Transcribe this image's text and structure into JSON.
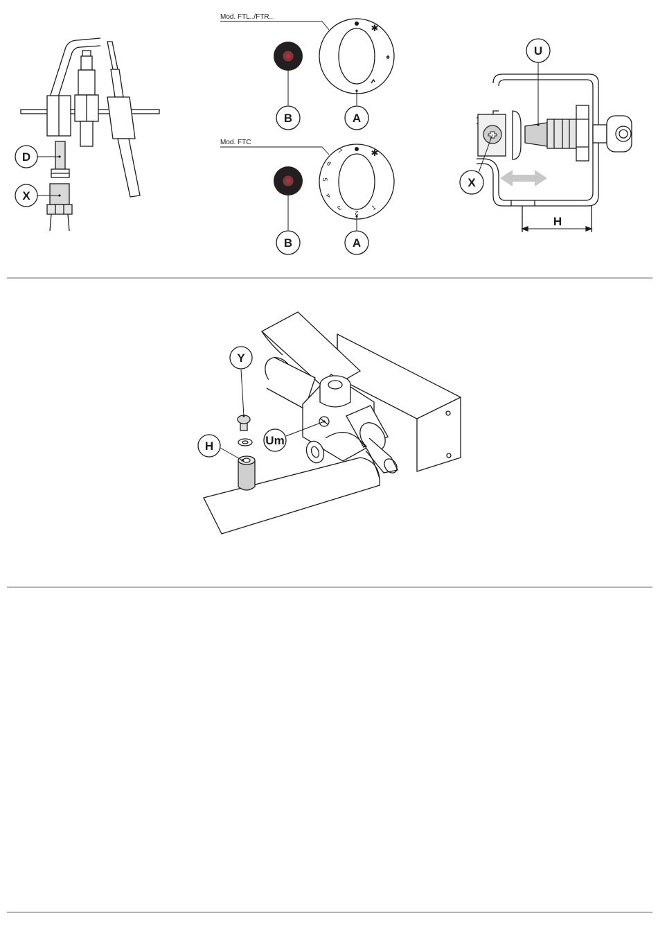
{
  "panel1": {
    "callouts": {
      "d": "D",
      "x": "X"
    }
  },
  "panel2": {
    "model_top": "Mod. FTL../FTR..",
    "model_bottom": "Mod. FTC",
    "callouts": {
      "b1": "B",
      "a1": "A",
      "b2": "B",
      "a2": "A"
    },
    "dial_numbers": [
      "1",
      "2",
      "3",
      "4",
      "5",
      "6",
      "7"
    ]
  },
  "panel3": {
    "callouts": {
      "u": "U",
      "x": "X",
      "h": "H"
    }
  },
  "panel4": {
    "callouts": {
      "y": "Y",
      "h": "H",
      "um": "Um"
    }
  },
  "colors": {
    "line": "#1a1a1a",
    "knob": "#231f20",
    "accent": "#d2232a",
    "arrow": "#c8c8c8",
    "rule": "#888888"
  }
}
